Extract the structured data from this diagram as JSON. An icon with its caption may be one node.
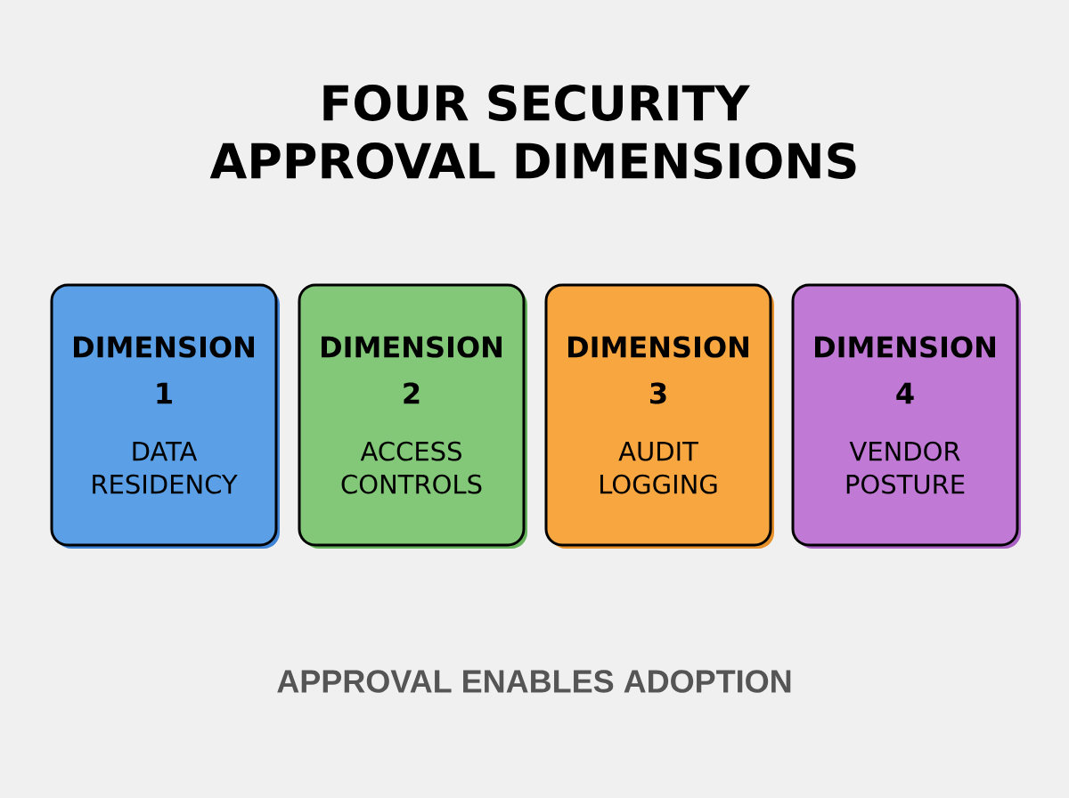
{
  "diagram": {
    "title": "FOUR SECURITY APPROVAL DIMENSIONS",
    "nodes": [
      {
        "text": [
          "DIMENSION 1",
          "DATA RESIDENCY"
        ]
      },
      {
        "text": [
          "DIMENSION 2",
          "ACCESS CONTROLS"
        ]
      },
      {
        "text": [
          "DIMENSION 3",
          "AUDIT LOGGING"
        ]
      },
      {
        "text": [
          "DIMENSION 4",
          "VENDOR POSTURE"
        ]
      }
    ],
    "caption": "APPROVAL ENABLES ADOPTION"
  }
}
